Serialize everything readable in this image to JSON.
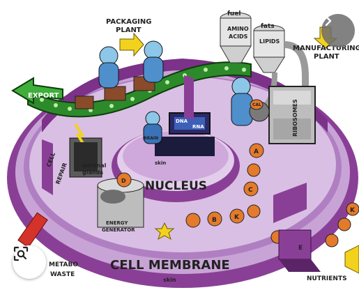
{
  "image": {
    "labels": {
      "packaging_plant_1": "PACKAGING",
      "packaging_plant_2": "PLANT",
      "manufacturing_plant_1": "MANUFACTURING",
      "manufacturing_plant_2": "PLANT",
      "fuel": "fuel",
      "fats": "fats",
      "amino_acids_1": "AMINO",
      "amino_acids_2": "ACIDS",
      "lipids": "LIPIDS",
      "export": "EXPORT",
      "cell_membrane": "CELL MEMBRANE",
      "nucleus": "NUCLEUS",
      "ribosomes": "RIBOSOMES",
      "adrenal_1": "adrenal",
      "adrenal_2": "glands",
      "cell_repair_1": "CELL",
      "cell_repair_2": "REPAIR",
      "energy_1": "ENERGY",
      "energy_2": "GENERATOR",
      "metabolic_1": "METABO",
      "metabolic_2": "WASTE",
      "nutrients": "NUTRIENTS",
      "skin_top": "skin",
      "skin_bottom": "skin",
      "dna": "DNA",
      "rna": "RNA",
      "brain": "BRAIN",
      "cal": "CAL",
      "vitamin_a": "A",
      "vitamin_c": "C",
      "vitamin_b": "B",
      "vitamin_k": "K",
      "vitamin_e": "E",
      "vitamin_d": "D",
      "vitamin_k2": "K"
    }
  },
  "controls": {
    "next_icon": "chevron-right-icon",
    "lens_icon": "lens-icon"
  },
  "colors": {
    "membrane": "#8a3f96",
    "floor": "#c8a4d6",
    "floor_light": "#e2cdea",
    "conveyor": "#2d8a2a",
    "worker": "#8cc6e8",
    "arrow": "#f3d21d",
    "machine": "#b9b9b9",
    "vitamin": "#e37a2c"
  }
}
